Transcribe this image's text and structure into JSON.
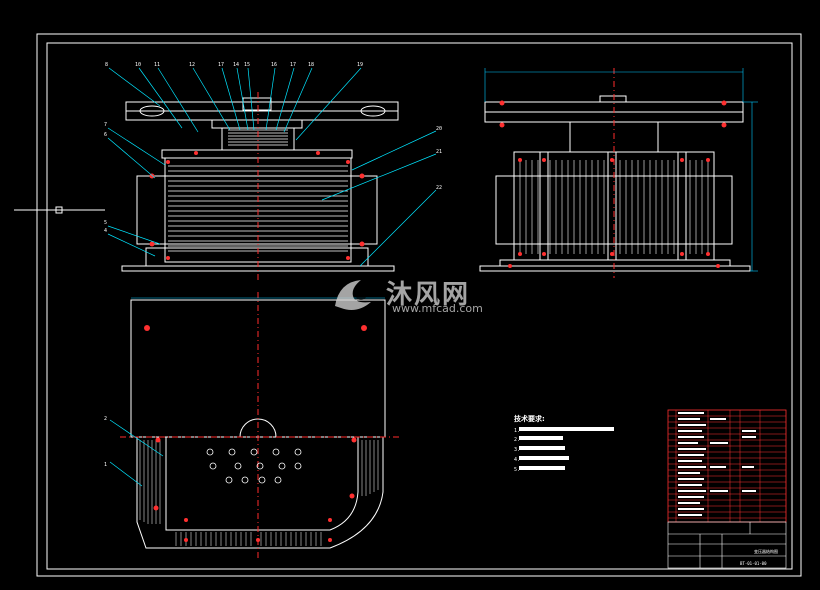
{
  "colors": {
    "background": "#000000",
    "frame": "#ffffff",
    "outline": "#ffffff",
    "leader": "#00e5ff",
    "centerline": "#ff2b2b",
    "hatch": "#dddddd",
    "dim": "#00c8ff",
    "bolt": "#ff3030",
    "watermark": "#cfcfcf"
  },
  "watermark": {
    "text": "沐风网",
    "url": "www.mfcad.com",
    "logo_icon": "mfcad-logo-icon"
  },
  "front_view": {
    "part_labels": [
      "8",
      "10",
      "11",
      "12",
      "17",
      "14",
      "15",
      "16",
      "17",
      "18",
      "19",
      "7",
      "6",
      "5",
      "4",
      "20",
      "21",
      "22"
    ]
  },
  "plan_view": {
    "part_labels": [
      "2",
      "1"
    ]
  },
  "tech_requirements": {
    "title": "技术要求:",
    "items": [
      "1.",
      "2.",
      "3.",
      "4.",
      "5."
    ]
  },
  "title_block": {
    "drawing_title": "变压器结构图",
    "drawing_number": "BT-01-01-00"
  }
}
